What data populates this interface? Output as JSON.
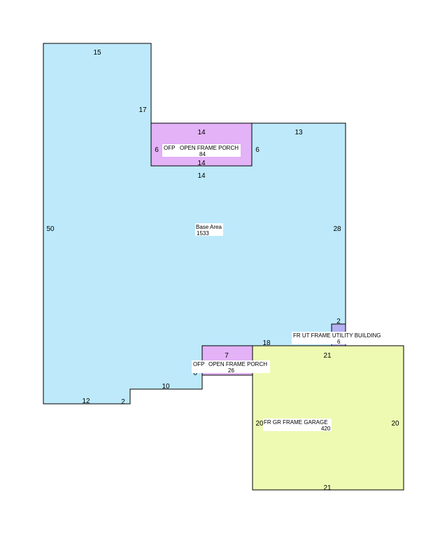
{
  "colors": {
    "base": "#bde9fb",
    "porch": "#e3b2f7",
    "utility": "#b4b0f2",
    "garage": "#eefab2",
    "outline": "#000000"
  },
  "areas": {
    "base": {
      "name": "Base Area",
      "value": "1533"
    },
    "porch_top": {
      "code": "OFP",
      "name": "OPEN FRAME PORCH",
      "value": "84"
    },
    "porch_bottom": {
      "code": "OFP",
      "name": "OPEN FRAME PORCH",
      "value": "26"
    },
    "utility": {
      "name": "FR UT FRAME UTILITY BUILDING",
      "value": "6"
    },
    "garage": {
      "name": "FR GR FRAME GARAGE",
      "value": "420"
    }
  },
  "dimensions": {
    "base_top": "15",
    "base_step_left": "17",
    "base_left": "50",
    "base_right": "28",
    "base_top_right": "13",
    "base_below_porch": "14",
    "base_bottom_left": "12",
    "base_step_notch": "2",
    "base_bottom_mid": "10",
    "base_bottom_right": "18",
    "porch_top_top": "14",
    "porch_top_bottom": "14",
    "porch_top_left": "6",
    "porch_top_right": "6",
    "porch_bottom_top": "7",
    "porch_bottom_left": "6",
    "utility_top": "2",
    "garage_top": "21",
    "garage_bottom": "21",
    "garage_left": "20",
    "garage_right": "20"
  }
}
